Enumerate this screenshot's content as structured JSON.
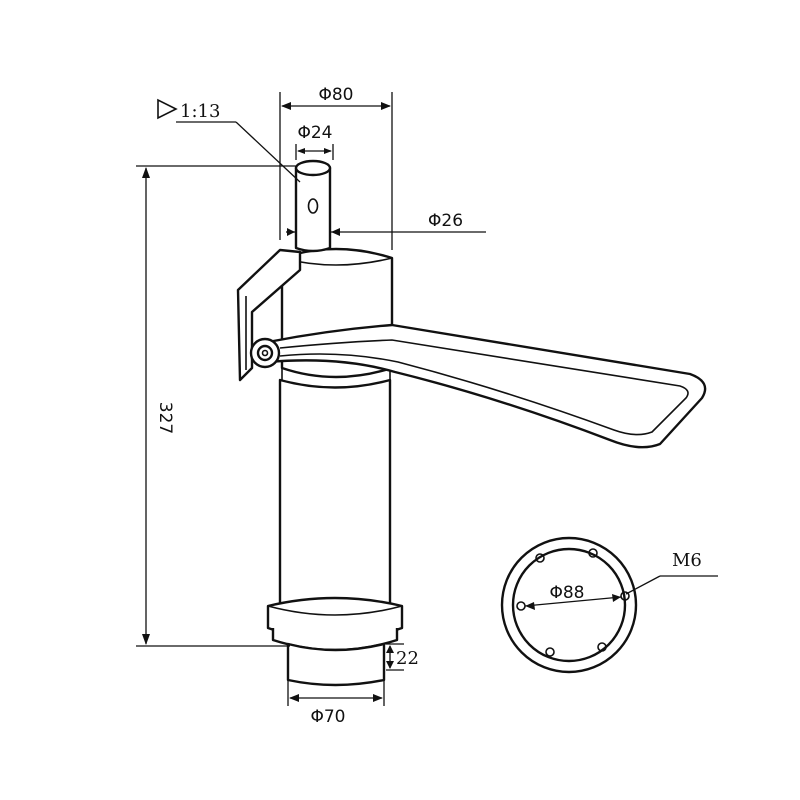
{
  "labels": {
    "taper": "1:13",
    "d80": "Φ80",
    "d24": "Φ24",
    "d26": "Φ26",
    "h327": "327",
    "h22": "22",
    "d70": "Φ70",
    "d88": "Φ88",
    "m6": "M6"
  }
}
